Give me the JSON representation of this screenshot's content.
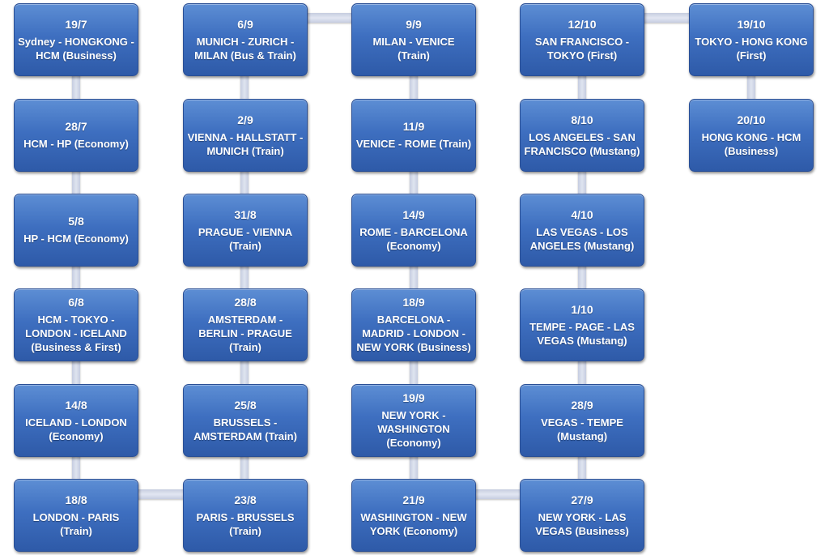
{
  "diagram": {
    "connector_color": "#d3d9e8",
    "node_color": "#4472c4",
    "text_color": "#ffffff",
    "nodes": [
      {
        "id": "n1",
        "date": "19/7",
        "route": "Sydney - HONGKONG - HCM (Business)"
      },
      {
        "id": "n2",
        "date": "28/7",
        "route": "HCM - HP (Economy)"
      },
      {
        "id": "n3",
        "date": "5/8",
        "route": "HP - HCM (Economy)"
      },
      {
        "id": "n4",
        "date": "6/8",
        "route": "HCM - TOKYO - LONDON - ICELAND (Business & First)"
      },
      {
        "id": "n5",
        "date": "14/8",
        "route": "ICELAND - LONDON (Economy)"
      },
      {
        "id": "n6",
        "date": "18/8",
        "route": "LONDON - PARIS (Train)"
      },
      {
        "id": "n7",
        "date": "23/8",
        "route": "PARIS - BRUSSELS (Train)"
      },
      {
        "id": "n8",
        "date": "25/8",
        "route": "BRUSSELS - AMSTERDAM (Train)"
      },
      {
        "id": "n9",
        "date": "28/8",
        "route": "AMSTERDAM - BERLIN - PRAGUE (Train)"
      },
      {
        "id": "n10",
        "date": "31/8",
        "route": "PRAGUE - VIENNA (Train)"
      },
      {
        "id": "n11",
        "date": "2/9",
        "route": "VIENNA - HALLSTATT - MUNICH (Train)"
      },
      {
        "id": "n12",
        "date": "6/9",
        "route": "MUNICH - ZURICH - MILAN (Bus & Train)"
      },
      {
        "id": "n13",
        "date": "9/9",
        "route": "MILAN - VENICE (Train)"
      },
      {
        "id": "n14",
        "date": "11/9",
        "route": "VENICE - ROME (Train)"
      },
      {
        "id": "n15",
        "date": "14/9",
        "route": "ROME - BARCELONA (Economy)"
      },
      {
        "id": "n16",
        "date": "18/9",
        "route": "BARCELONA - MADRID - LONDON - NEW YORK (Business)"
      },
      {
        "id": "n17",
        "date": "19/9",
        "route": "NEW YORK - WASHINGTON (Economy)"
      },
      {
        "id": "n18",
        "date": "21/9",
        "route": "WASHINGTON - NEW YORK (Economy)"
      },
      {
        "id": "n19",
        "date": "27/9",
        "route": "NEW YORK - LAS VEGAS (Business)"
      },
      {
        "id": "n20",
        "date": "28/9",
        "route": "VEGAS - TEMPE (Mustang)"
      },
      {
        "id": "n21",
        "date": "1/10",
        "route": "TEMPE - PAGE - LAS VEGAS (Mustang)"
      },
      {
        "id": "n22",
        "date": "4/10",
        "route": "LAS VEGAS - LOS ANGELES (Mustang)"
      },
      {
        "id": "n23",
        "date": "8/10",
        "route": "LOS ANGELES - SAN FRANCISCO (Mustang)"
      },
      {
        "id": "n24",
        "date": "12/10",
        "route": "SAN FRANCISCO - TOKYO (First)"
      },
      {
        "id": "n25",
        "date": "19/10",
        "route": "TOKYO - HONG KONG (First)"
      },
      {
        "id": "n26",
        "date": "20/10",
        "route": "HONG KONG - HCM (Business)"
      }
    ]
  }
}
